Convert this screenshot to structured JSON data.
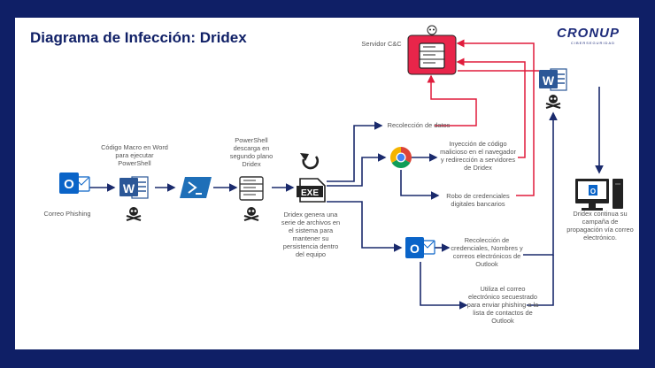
{
  "title": "Diagrama de Infección: Dridex",
  "brand": {
    "name": "CRONUP",
    "tagline": "CIBERSEGURIDAD"
  },
  "colors": {
    "frame": "#0f1f66",
    "flow_arrow": "#1a2a6c",
    "cnc_arrow": "#e01c3c",
    "server": "#e8254a",
    "outlook": "#0a64c8",
    "word": "#2b5797",
    "powershell": "#1e6fb8"
  },
  "nodes": {
    "outlook_label": "Correo Phishing",
    "macro_label": "Código Macro en Word para ejecutar PowerShell",
    "powershell_label": "PowerShell descarga en segundo plano Dridex",
    "exe_icon_text": "EXE",
    "dridex_label": "Dridex genera una serie de archivos en el sistema para mantener su persistencia dentro del equipo",
    "server_label": "Servidor C&C",
    "collect_label": "Recolección de datos",
    "inject_label": "Inyección de código malicioso en el navegador y redirección a servidores de Dridex",
    "steal_label": "Robo de credenciales digitales bancarios",
    "outlook_collect_label": "Recolección de credenciales, Nombres y correos electrónicos de Outlook",
    "phish_label": "Utiliza el correo electrónico secuestrado para enviar phishing a la lista de contactos de Outlook",
    "spread_label": "Dridex continua su campaña de propagación vía correo electrónico."
  },
  "icons": [
    "outlook-icon",
    "word-icon",
    "powershell-icon",
    "server-icon",
    "exe-icon",
    "chrome-icon",
    "skull-icon",
    "computer-icon",
    "refresh-icon"
  ]
}
